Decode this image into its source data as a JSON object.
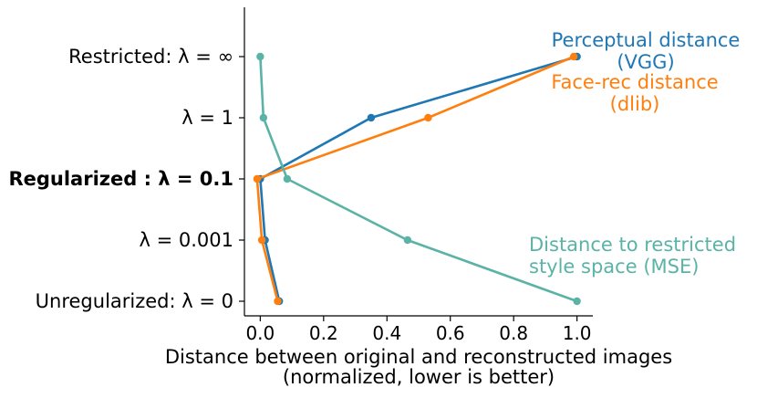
{
  "chart_data": {
    "type": "line",
    "orientation": "horizontal",
    "xlabel": [
      "Distance between original and reconstructed images",
      "(normalized, lower is better)"
    ],
    "ylabel": "",
    "xlim": [
      -0.05,
      1.05
    ],
    "x_ticks": [
      "0.0",
      "0.2",
      "0.4",
      "0.6",
      "0.8",
      "1.0"
    ],
    "categories": [
      {
        "label": "Unregularized: λ = 0",
        "bold": false
      },
      {
        "label": "λ = 0.001",
        "bold": false
      },
      {
        "label": "Regularized : λ = 0.1",
        "bold": true
      },
      {
        "label": "λ = 1",
        "bold": false
      },
      {
        "label": "Restricted: λ = ∞",
        "bold": false
      }
    ],
    "series": [
      {
        "name": "Perceptual distance (VGG)",
        "label_lines": [
          "Perceptual distance",
          "(VGG)"
        ],
        "color": "#1f77b4",
        "values": [
          0.06,
          0.015,
          0.0,
          0.35,
          1.0
        ]
      },
      {
        "name": "Face-rec distance (dlib)",
        "label_lines": [
          "Face-rec distance",
          "(dlib)"
        ],
        "color": "#ff7f0e",
        "values": [
          0.055,
          0.005,
          -0.01,
          0.53,
          0.99
        ]
      },
      {
        "name": "Distance to restricted style space (MSE)",
        "label_lines": [
          "Distance to restricted",
          "style space (MSE)"
        ],
        "color": "#5ab3a6",
        "values": [
          1.0,
          0.465,
          0.085,
          0.01,
          0.0
        ]
      }
    ],
    "grid": false,
    "legend": "inline annotations"
  }
}
